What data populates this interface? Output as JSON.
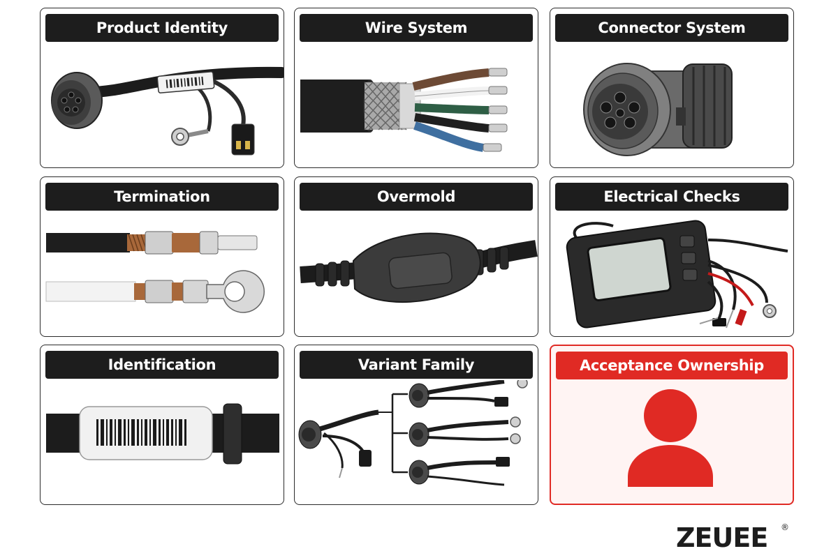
{
  "cards": [
    {
      "title": "Product Identity",
      "icon": "cable-assembly-icon"
    },
    {
      "title": "Wire System",
      "icon": "shielded-cable-icon"
    },
    {
      "title": "Connector System",
      "icon": "circular-connector-icon"
    },
    {
      "title": "Termination",
      "icon": "crimp-terminal-icon"
    },
    {
      "title": "Overmold",
      "icon": "overmold-junction-icon"
    },
    {
      "title": "Electrical Checks",
      "icon": "cable-tester-icon"
    },
    {
      "title": "Identification",
      "icon": "barcode-label-icon"
    },
    {
      "title": "Variant Family",
      "icon": "variant-tree-icon"
    },
    {
      "title": "Acceptance Ownership",
      "icon": "person-icon"
    }
  ],
  "brand": {
    "logo": "ZEUEE",
    "registered": "®"
  },
  "colors": {
    "title_bar": "#1d1d1d",
    "accent": "#e02a24",
    "highlight_bg": "#fff4f3"
  }
}
